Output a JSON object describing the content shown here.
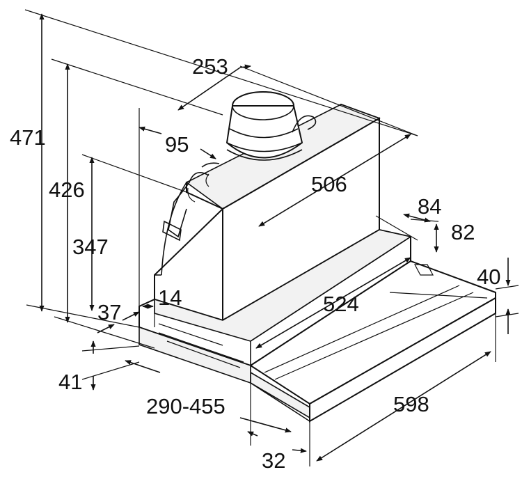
{
  "dimensions": {
    "d471": "471",
    "d426": "426",
    "d347": "347",
    "d37": "37",
    "d14": "14",
    "d41": "41",
    "d253": "253",
    "d95": "95",
    "d506": "506",
    "d84": "84",
    "d82": "82",
    "d40": "40",
    "d524": "524",
    "d290_455": "290-455",
    "d598": "598",
    "d32": "32"
  }
}
